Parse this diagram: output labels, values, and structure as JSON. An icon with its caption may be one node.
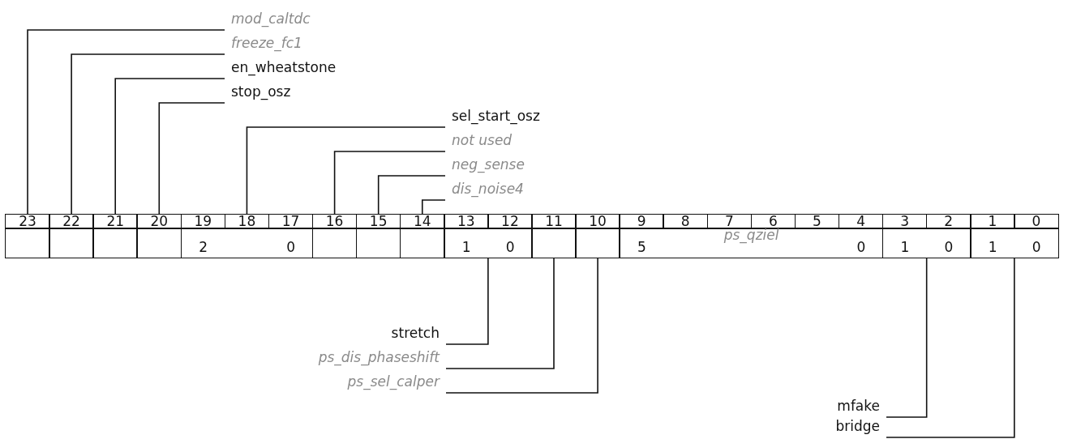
{
  "diagram": {
    "nodes": [
      {
        "text": [
          "mod_caltdc"
        ]
      },
      {
        "text": [
          "freeze_fc1"
        ]
      },
      {
        "text": [
          "en_wheatstone"
        ]
      },
      {
        "text": [
          "stop_osz"
        ]
      },
      {
        "text": [
          "sel_start_osz"
        ]
      },
      {
        "text": [
          "not used"
        ]
      },
      {
        "text": [
          "neg_sense"
        ]
      },
      {
        "text": [
          "dis_noise4"
        ]
      },
      {
        "text": [
          "23"
        ]
      },
      {
        "text": [
          "22"
        ]
      },
      {
        "text": [
          "21"
        ]
      },
      {
        "text": [
          "20"
        ]
      },
      {
        "text": [
          "19"
        ]
      },
      {
        "text": [
          "18"
        ]
      },
      {
        "text": [
          "17"
        ]
      },
      {
        "text": [
          "16"
        ]
      },
      {
        "text": [
          "15"
        ]
      },
      {
        "text": [
          "14"
        ]
      },
      {
        "text": [
          "13"
        ]
      },
      {
        "text": [
          "12"
        ]
      },
      {
        "text": [
          "11"
        ]
      },
      {
        "text": [
          "10"
        ]
      },
      {
        "text": [
          "9"
        ]
      },
      {
        "text": [
          "8"
        ]
      },
      {
        "text": [
          "7"
        ]
      },
      {
        "text": [
          "6"
        ]
      },
      {
        "text": [
          "5"
        ]
      },
      {
        "text": [
          "4"
        ]
      },
      {
        "text": [
          "3"
        ]
      },
      {
        "text": [
          "2"
        ]
      },
      {
        "text": [
          "1"
        ]
      },
      {
        "text": [
          "0"
        ]
      },
      {
        "text": [],
        "shape": "box"
      },
      {
        "text": [],
        "shape": "box"
      },
      {
        "text": [],
        "shape": "box"
      },
      {
        "text": [],
        "shape": "box"
      },
      {
        "text": [
          "2",
          "0"
        ]
      },
      {
        "text": [],
        "shape": "box"
      },
      {
        "text": [],
        "shape": "box"
      },
      {
        "text": [],
        "shape": "box"
      },
      {
        "text": [
          "1",
          "0"
        ]
      },
      {
        "text": [],
        "shape": "box"
      },
      {
        "text": [],
        "shape": "box"
      },
      {
        "text": [
          "ps_qziel",
          "5",
          "0"
        ]
      },
      {
        "text": [
          "1",
          "0"
        ]
      },
      {
        "text": [
          "1",
          "0"
        ]
      },
      {
        "text": [
          "stretch"
        ]
      },
      {
        "text": [
          "ps_dis_phaseshift"
        ]
      },
      {
        "text": [
          "ps_sel_calper"
        ]
      },
      {
        "text": [
          "mfake"
        ]
      },
      {
        "text": [
          "bridge"
        ]
      }
    ],
    "edges": [
      {
        "from": 0,
        "to": 8,
        "arrow": "none"
      },
      {
        "from": 1,
        "to": 9,
        "arrow": "none"
      },
      {
        "from": 2,
        "to": 10,
        "arrow": "none"
      },
      {
        "from": 3,
        "to": 11,
        "arrow": "none"
      },
      {
        "from": 4,
        "to": 13,
        "arrow": "none"
      },
      {
        "from": 5,
        "to": 15,
        "arrow": "none"
      },
      {
        "from": 6,
        "to": 16,
        "arrow": "none"
      },
      {
        "from": 7,
        "to": 17,
        "arrow": "none"
      },
      {
        "from": 46,
        "to": 40,
        "arrow": "none"
      },
      {
        "from": 47,
        "to": 41,
        "arrow": "none"
      },
      {
        "from": 48,
        "to": 42,
        "arrow": "none"
      },
      {
        "from": 49,
        "to": 44,
        "arrow": "none"
      },
      {
        "from": 50,
        "to": 45,
        "arrow": "none"
      }
    ]
  }
}
